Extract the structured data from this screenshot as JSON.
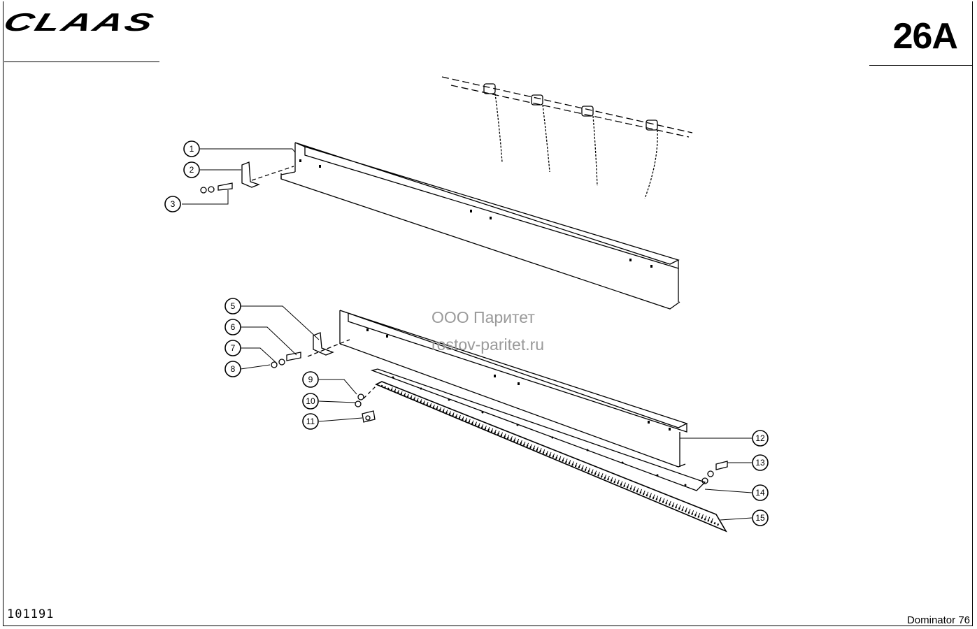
{
  "header": {
    "brand": "CLAAS",
    "page_code": "26A"
  },
  "footer": {
    "doc_number": "101191",
    "model": "Dominator 76"
  },
  "watermark": {
    "company": "ООО Паритет",
    "site": "rostov-paritet.ru"
  },
  "callouts": [
    "1",
    "2",
    "3",
    "5",
    "6",
    "7",
    "8",
    "9",
    "10",
    "11",
    "12",
    "13",
    "14",
    "15"
  ]
}
